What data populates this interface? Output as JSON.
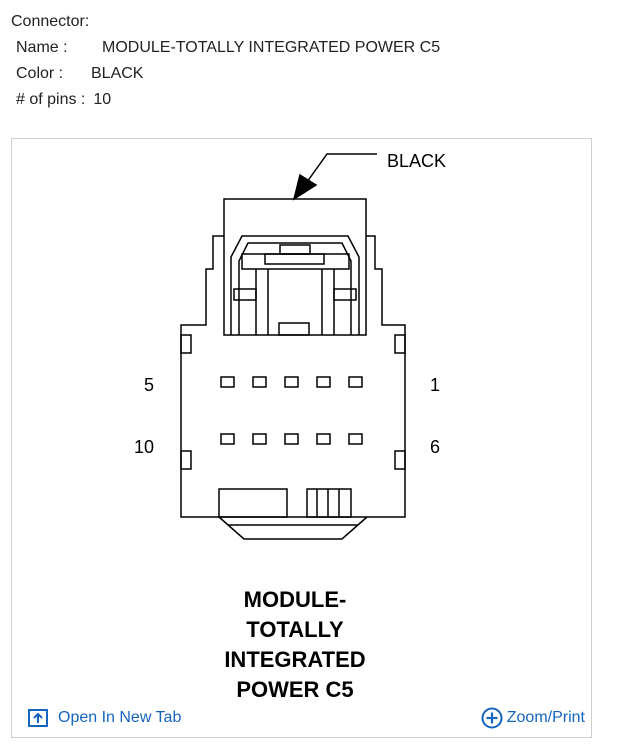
{
  "connector": {
    "heading": "Connector:",
    "name_label": "Name :",
    "name_value": "MODULE-TOTALLY INTEGRATED POWER C5",
    "color_label": "Color :",
    "color_value": "BLACK",
    "pins_label": "# of pins :",
    "pins_value": "10"
  },
  "diagram": {
    "callout": "BLACK",
    "pin_labels": {
      "top_left": "5",
      "top_right": "1",
      "bottom_left": "10",
      "bottom_right": "6"
    },
    "title_lines": [
      "MODULE-",
      "TOTALLY",
      "INTEGRATED",
      "POWER C5"
    ]
  },
  "footer": {
    "open_tab_label": "Open In New Tab",
    "zoom_label": "Zoom/Print",
    "open_tab_icon": "open-new-tab-icon",
    "zoom_icon": "plus-circle-icon",
    "link_color": "#1565c0"
  }
}
